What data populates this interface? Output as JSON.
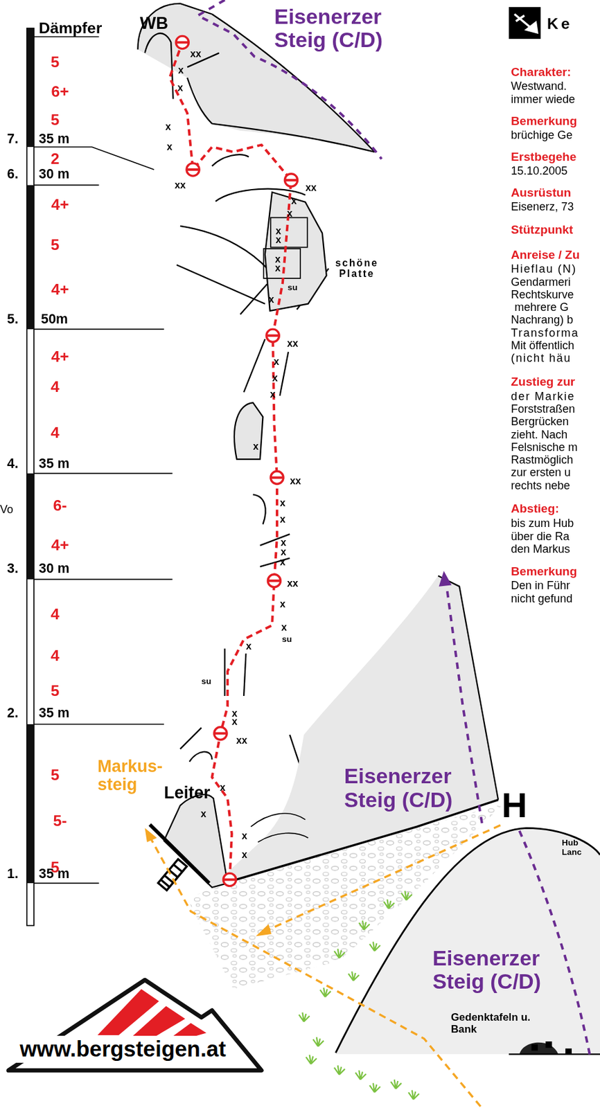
{
  "diagram": {
    "nodes": [
      {
        "text": [
          "www.bergsteigen.at"
        ]
      }
    ],
    "labels": [
      "Dämpfer",
      "5",
      "6+",
      "5",
      "7.",
      "35 m",
      "2",
      "6.",
      "30 m",
      "4+",
      "5",
      "4+",
      "5.",
      "50m",
      "4+",
      "4",
      "4",
      "4.",
      "35 m",
      "6-",
      "4+",
      "3.",
      "30 m",
      "4",
      "4",
      "5",
      "2.",
      "35 m",
      "5",
      "5-",
      "5",
      "1.",
      "35 m",
      "WB",
      "Eisenerzer Steig (C/D)",
      "Eisenerzer Steig (C/D)",
      "Eisenerzer Steig (C/D)",
      "Markus- steig",
      "Leiter",
      "H",
      "schöne Platte",
      "Gedenktafeln u. Bank",
      "Hub Lanc",
      "xx",
      "x",
      "x",
      "x",
      "x",
      "xx",
      "xx",
      "x",
      "x",
      "x",
      "x",
      "x",
      "x",
      "su",
      "x",
      "xx",
      "x",
      "x",
      "x",
      "x",
      "xx",
      "x",
      "x",
      "x",
      "x",
      "x",
      "xx",
      "x",
      "x",
      "su",
      "x",
      "su",
      "x",
      "x",
      "xx",
      "x",
      "x",
      "x",
      "x",
      "Ke",
      "Charakter:",
      "Westwand.",
      "immer wiede",
      "Bemerkung",
      "brüchige Ge",
      "Erstbegehe",
      "15.10.2005",
      "Ausrüstun",
      "Eisenerz, 73",
      "Stützpunkt",
      "Anreise / Zu",
      "Hieflau (N)",
      "Gendarmeri",
      "Rechtskurve",
      "mehrere G",
      "Nachrang) b",
      "Transforma",
      "Mit öffentlich",
      "(nicht häu",
      "Zustieg zur",
      "der Markie",
      "Forststraßen",
      "Bergrücken",
      "zieht. Nach",
      "Felsnische m",
      "Rastmöglich",
      "zur ersten u",
      "rechts nebe",
      "Abstieg:",
      "Vo",
      "bis zum Hub",
      "über die Ra",
      "den Markus",
      "Bemerkung",
      "Den in Führ",
      "nicht gefund"
    ]
  }
}
